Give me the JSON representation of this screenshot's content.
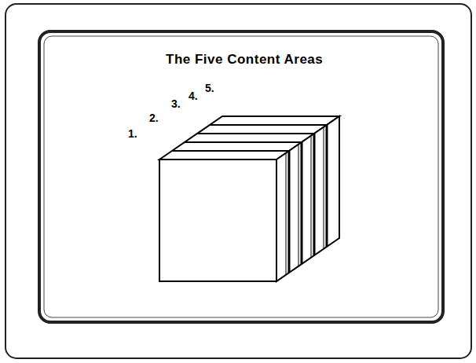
{
  "diagram": {
    "title": "The Five Content Areas",
    "labels": [
      "1.",
      "2.",
      "3.",
      "4.",
      "5."
    ]
  }
}
